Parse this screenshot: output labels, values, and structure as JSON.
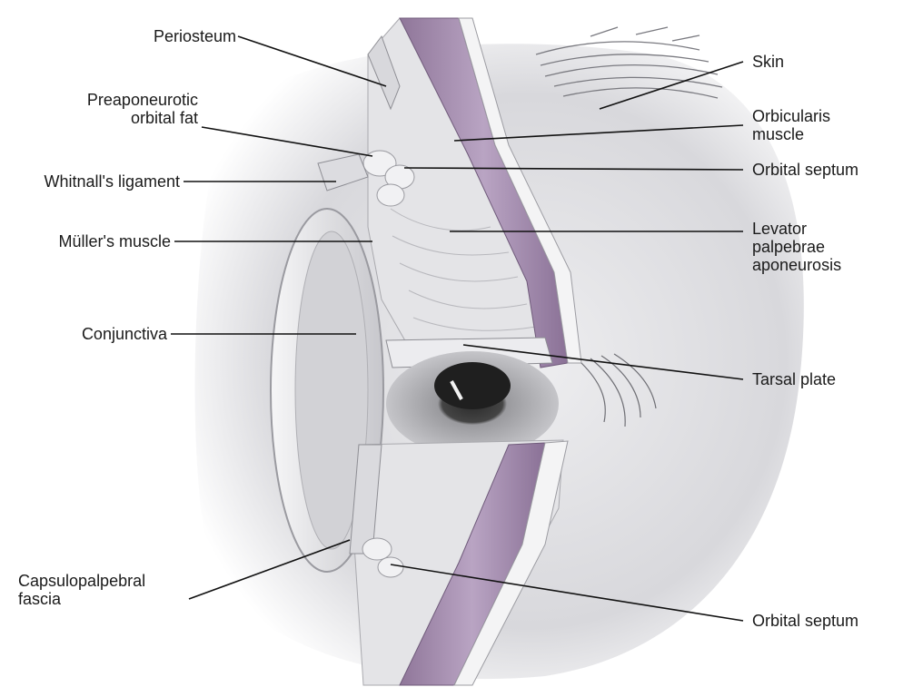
{
  "labels": {
    "periosteum": "Periosteum",
    "preaponeurotic_fat": "Preaponeurotic\norbital fat",
    "whitnalls_ligament": "Whitnall's ligament",
    "mullers_muscle": "Müller's muscle",
    "conjunctiva": "Conjunctiva",
    "capsulopalpebral_fascia": "Capsulopalpebral\nfascia",
    "skin": "Skin",
    "orbicularis_muscle": "Orbicularis\nmuscle",
    "orbital_septum_upper": "Orbital septum",
    "levator_aponeurosis": "Levator\npalpebrae\naponeurosis",
    "tarsal_plate": "Tarsal plate",
    "orbital_septum_lower": "Orbital septum"
  },
  "colors": {
    "muscle": "#a58fb0",
    "muscle_dark": "#7d6489",
    "tissue": "#e6e6e8",
    "shade": "#c9c9cd",
    "line": "#111111"
  }
}
